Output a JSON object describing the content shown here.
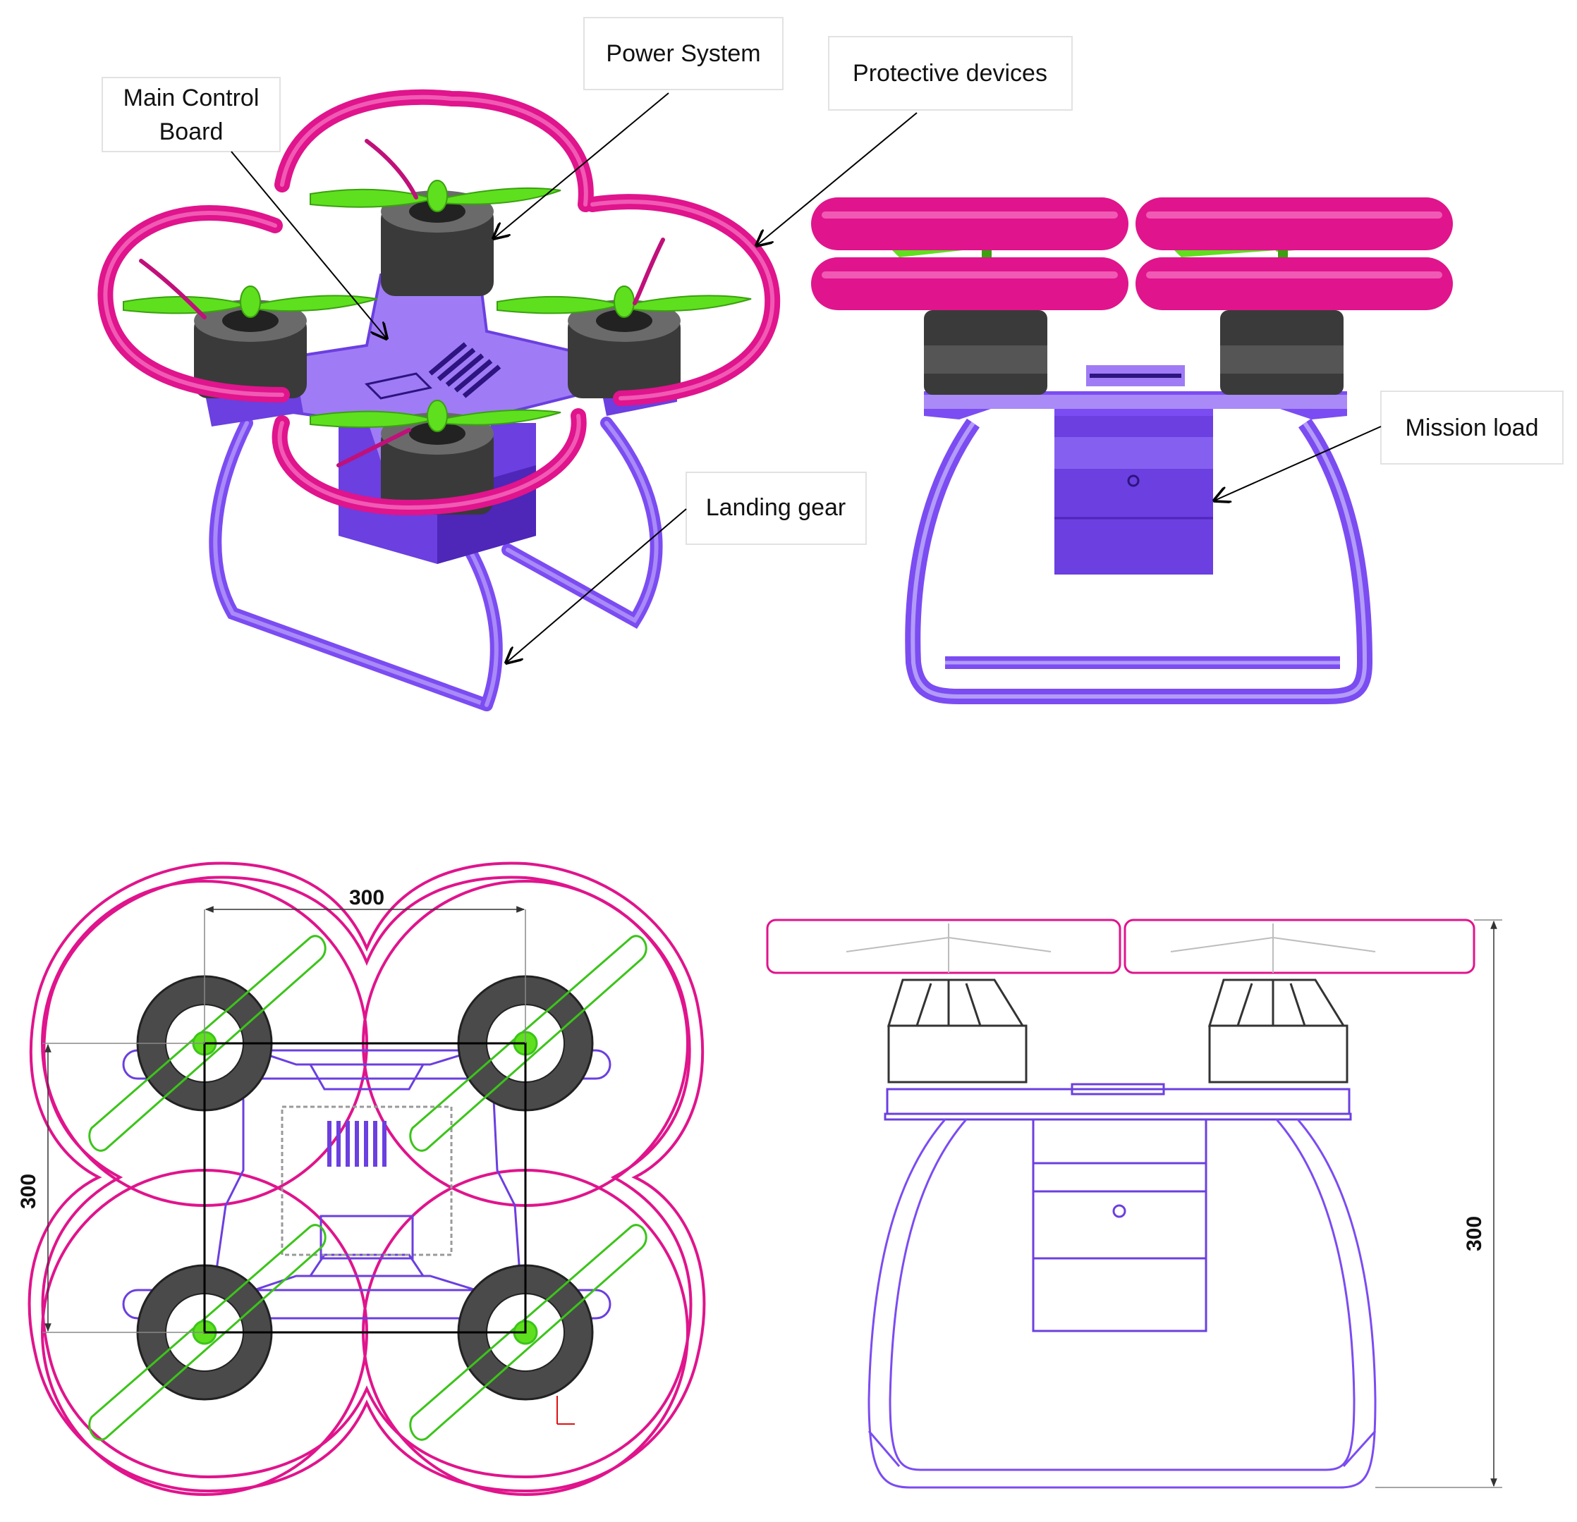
{
  "colors": {
    "guard": "#e0148c",
    "guard_light": "#f05ab4",
    "frame": "#7b4cf2",
    "frame_light": "#a98af7",
    "propeller": "#5ee01e",
    "motor": "#3a3a3a",
    "motor_light": "#8a8a8a",
    "line": "#000000"
  },
  "callouts": {
    "main_control_board_1": "Main Control",
    "main_control_board_2": "Board",
    "power_system": "Power System",
    "protective_devices": "Protective devices",
    "landing_gear": "Landing gear",
    "mission_load": "Mission load"
  },
  "dimensions": {
    "top_width": "300",
    "top_height": "300",
    "side_height": "300"
  },
  "icons": {
    "coordinate_axes": "coordinate-axes-icon"
  }
}
